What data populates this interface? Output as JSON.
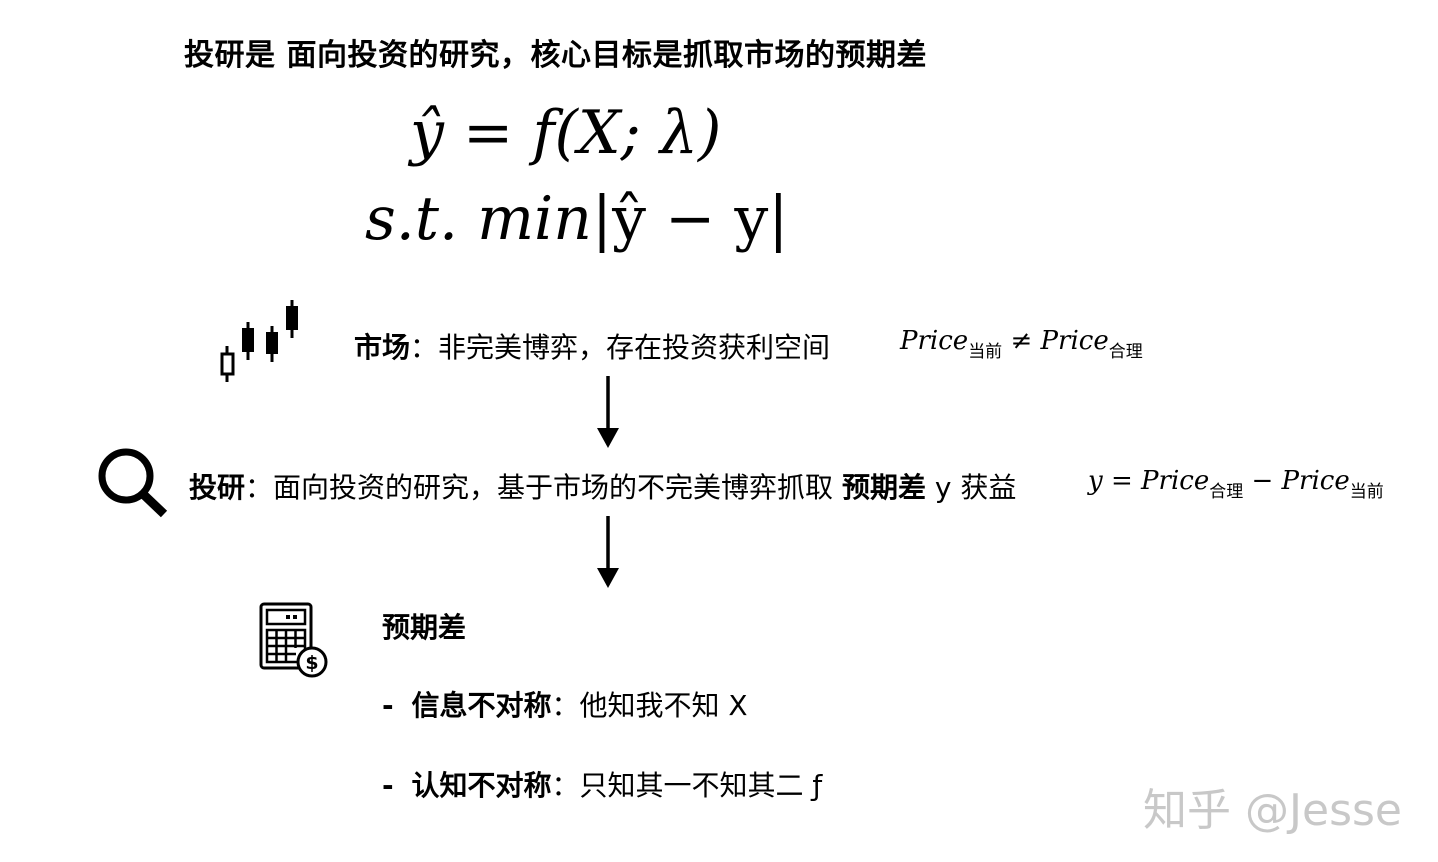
{
  "title": "投研是 面向投资的研究，核心目标是抓取市场的预期差",
  "formula": {
    "main": "ŷ = f(X; λ)",
    "constraint_prefix": "s.t. min",
    "constraint_body": "|ŷ − y|"
  },
  "market": {
    "label": "市场",
    "sep": "：",
    "desc": "非完美博弈，存在投资获利空间",
    "math_left": "Price",
    "math_left_sub": "当前",
    "math_op": "≠",
    "math_right": "Price",
    "math_right_sub": "合理"
  },
  "research": {
    "label": "投研",
    "sep": "：",
    "desc": "面向投资的研究，基于市场的不完美博弈抓取",
    "bold_term": "预期差",
    "tail": "y 获益",
    "math_y": "y =",
    "math_a": "Price",
    "math_a_sub": "合理",
    "math_op": "−",
    "math_b": "Price",
    "math_b_sub": "当前"
  },
  "expectation_gap": {
    "heading": "预期差",
    "items": [
      {
        "bullet": "-",
        "label": "信息不对称",
        "sep": "：",
        "desc": "他知我不知 X"
      },
      {
        "bullet": "-",
        "label": "认知不对称",
        "sep": "：",
        "desc": "只知其一不知其二 ƒ"
      }
    ]
  },
  "watermark": "知乎 @Jesse",
  "icons": [
    "candlestick-chart-icon",
    "magnifier-icon",
    "calculator-dollar-icon",
    "down-arrow-icon"
  ]
}
